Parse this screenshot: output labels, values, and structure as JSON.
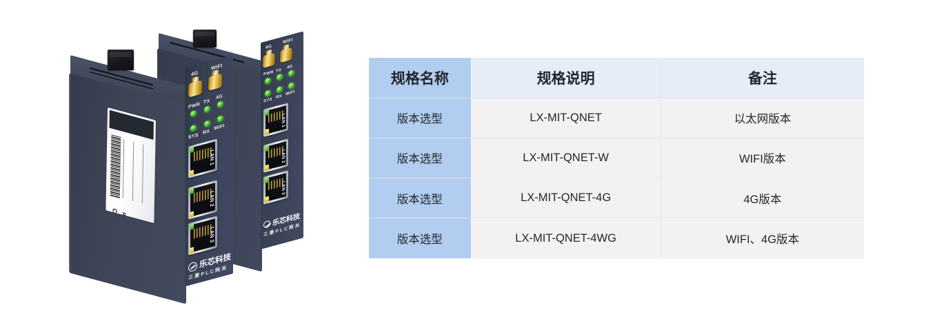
{
  "page": {
    "background": "#ffffff"
  },
  "product": {
    "alt": "Two industrial Mitsubishi PLC gateway devices, dark navy metal enclosures",
    "body_color": "#3f4557",
    "face_color": "#394053",
    "accent_gold": "#d4a931",
    "led_color": "#3fa329",
    "devices": [
      {
        "id": "device-front",
        "name": "front-gateway-device",
        "antenna_labels": [
          "4G",
          "WIFI"
        ],
        "led_labels_top": [
          "PWR",
          "TX",
          "4G"
        ],
        "led_labels_bottom": [
          "SYS",
          "RX",
          "WIFI"
        ],
        "lan_ports": [
          "LAN 1",
          "LAN 2",
          "LAN 3"
        ],
        "brand_name": "乐芯科技",
        "brand_sub": "三菱PLC网关",
        "side_label": {
          "cert_marks": [
            "CE",
            "RoHS"
          ]
        }
      },
      {
        "id": "device-back",
        "name": "rear-gateway-device",
        "antenna_labels": [
          "4G",
          "WIFI"
        ],
        "led_labels_top": [
          "PWR",
          "TX",
          "4G"
        ],
        "led_labels_bottom": [
          "SYS",
          "RX",
          "WIFI"
        ],
        "lan_ports": [
          "LAN 1",
          "LAN 2",
          "LAN 3"
        ],
        "brand_name": "乐芯科技",
        "brand_sub": "三菱PLC网关"
      }
    ]
  },
  "spec_table": {
    "header_bg": "#e4edf8",
    "name_col_bg": "#b1cdef",
    "body_bg": "#f2f2f2",
    "columns": [
      "规格名称",
      "规格说明",
      "备注"
    ],
    "rows": [
      {
        "name": "版本选型",
        "desc": "LX-MIT-QNET",
        "note": "以太网版本"
      },
      {
        "name": "版本选型",
        "desc": "LX-MIT-QNET-W",
        "note": "WIFI版本"
      },
      {
        "name": "版本选型",
        "desc": "LX-MIT-QNET-4G",
        "note": "4G版本"
      },
      {
        "name": "版本选型",
        "desc": "LX-MIT-QNET-4WG",
        "note": "WIFI、4G版本"
      }
    ]
  }
}
